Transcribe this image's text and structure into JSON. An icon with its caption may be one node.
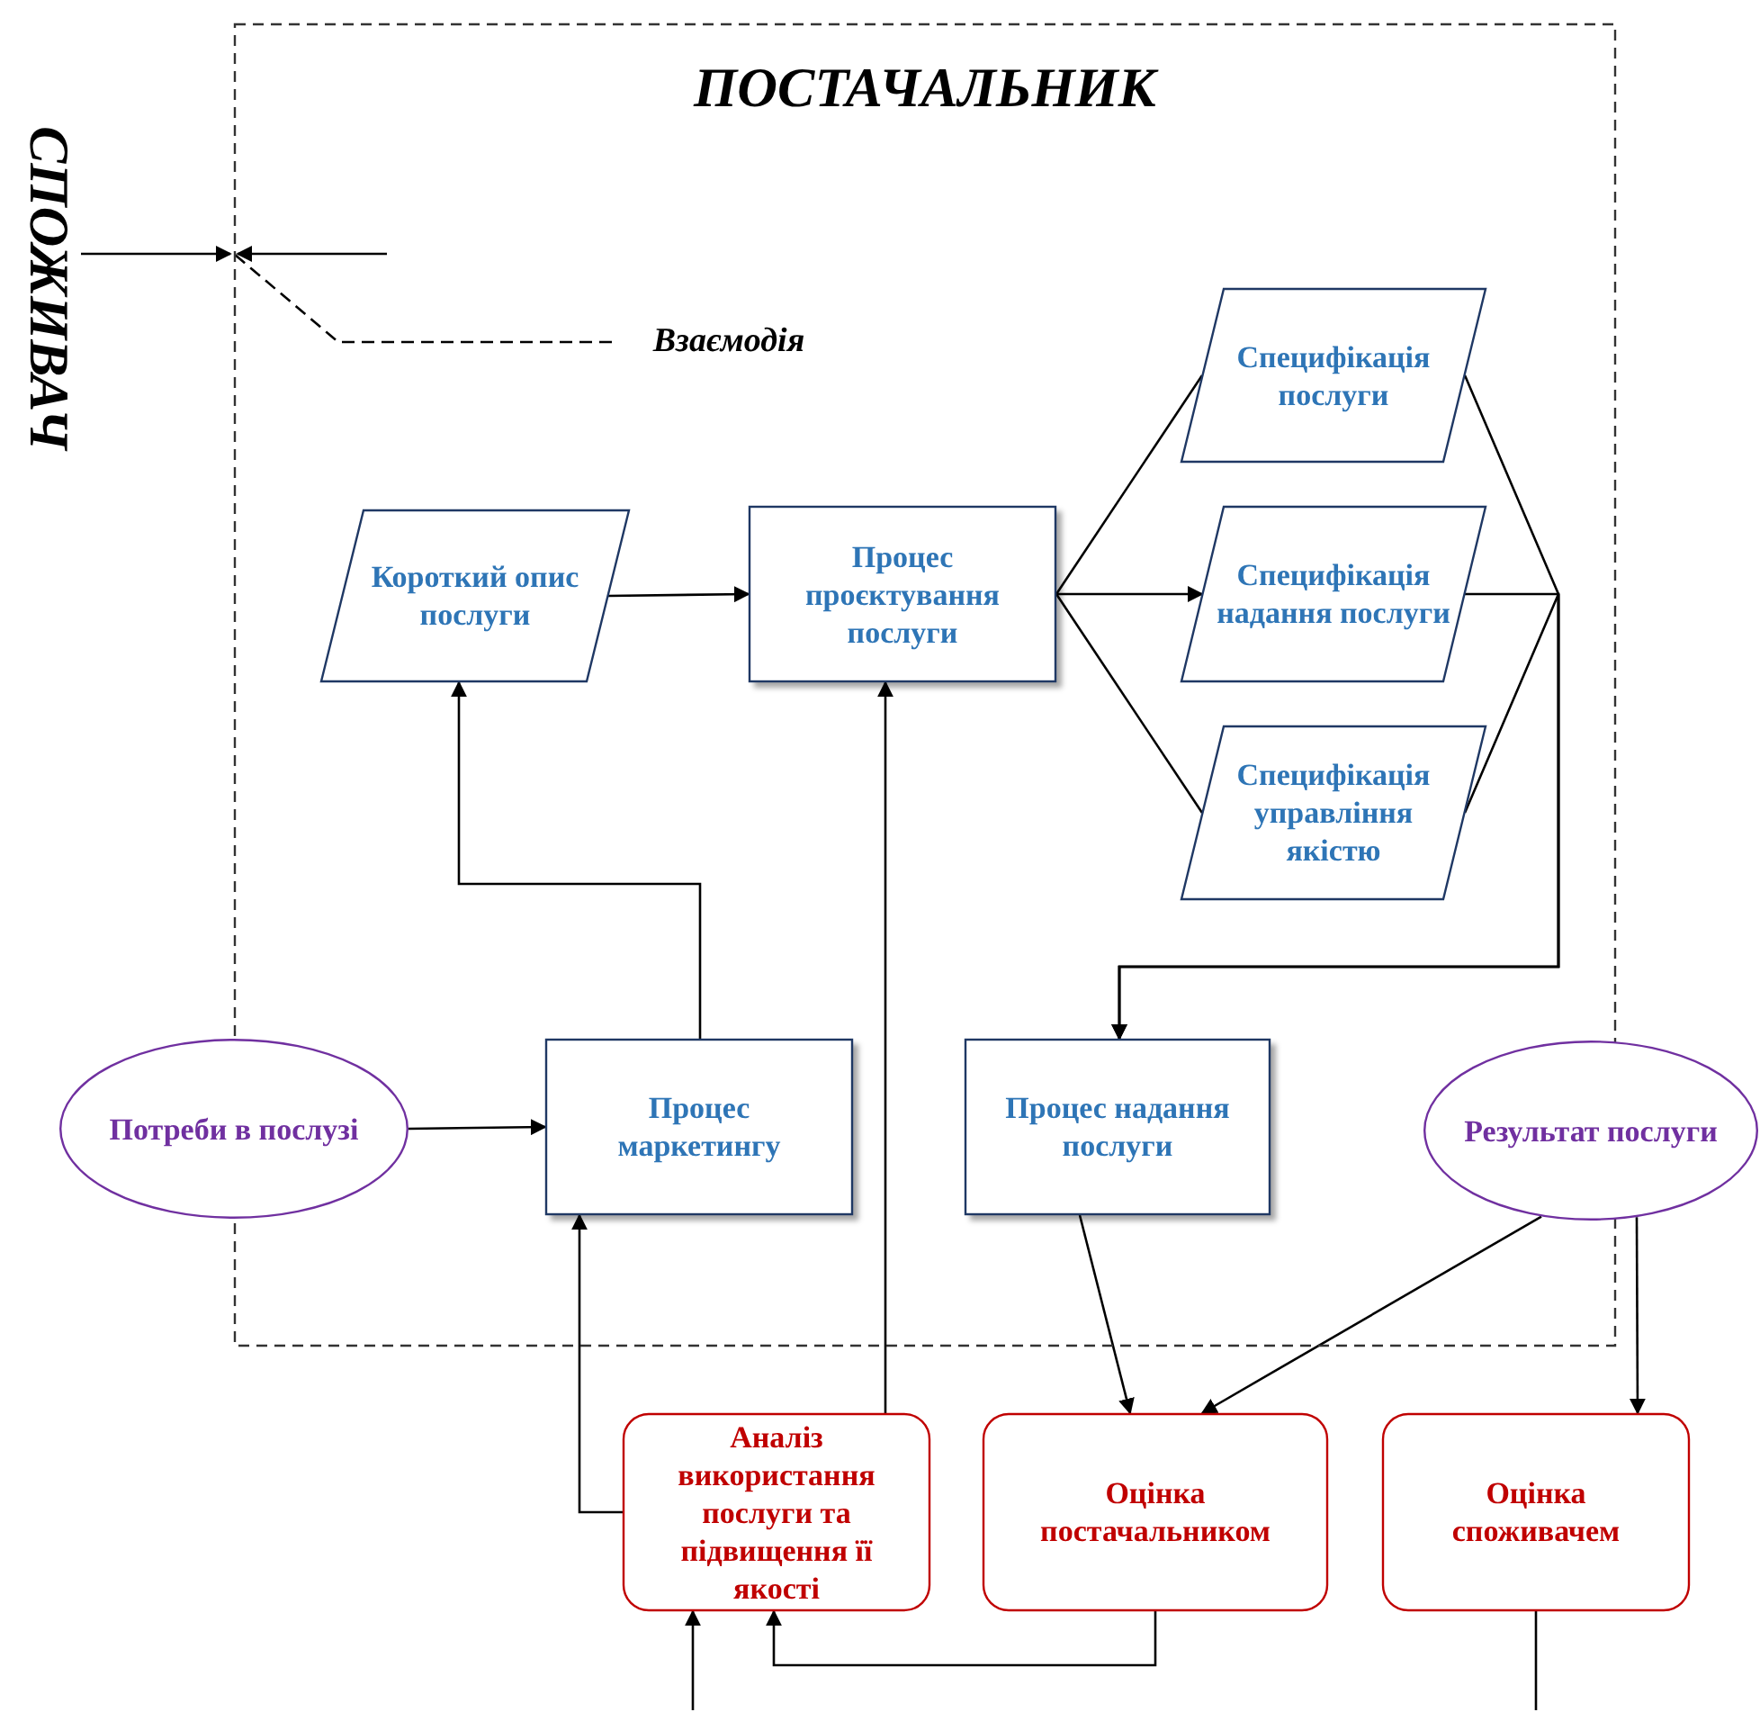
{
  "diagram": {
    "nodes": [
      {
        "text": [
          "ПОСТАЧАЛЬНИК"
        ]
      },
      {
        "text": [
          "Взаємодія"
        ],
        "in": 0
      },
      {
        "text": [
          "Короткий опис послуги"
        ],
        "in": 0
      },
      {
        "text": [
          "Процес проєктування послуги"
        ],
        "in": 0
      },
      {
        "text": [
          "Специфікація послуги"
        ],
        "in": 0
      },
      {
        "text": [
          "Специфікація надання послуги"
        ],
        "in": 0
      },
      {
        "text": [
          "Специфікація управління якістю"
        ],
        "in": 0
      },
      {
        "text": [
          "Потреби в послузі"
        ]
      },
      {
        "text": [
          "Процес маркетингу"
        ],
        "in": 0
      },
      {
        "text": [
          "Процес надання послуги"
        ],
        "in": 0
      },
      {
        "text": [
          "Результат послуги"
        ]
      },
      {
        "text": [
          "Аналіз використання послуги та підвищення її якості"
        ]
      },
      {
        "text": [
          "Оцінка постачальником"
        ]
      },
      {
        "text": [
          "Оцінка споживачем"
        ]
      }
    ],
    "edges": [
      {
        "from": 1,
        "to": 0,
        "arrow": "none",
        "style": "dashed"
      },
      {
        "from": 2,
        "to": 3,
        "arrow": "to"
      },
      {
        "from": 3,
        "to": 4,
        "arrow": "none"
      },
      {
        "from": 3,
        "to": 5,
        "arrow": "to"
      },
      {
        "from": 3,
        "to": 6,
        "arrow": "none"
      },
      {
        "from": 4,
        "to": 9,
        "arrow": "to"
      },
      {
        "from": 5,
        "to": 9,
        "arrow": "to"
      },
      {
        "from": 6,
        "to": 9,
        "arrow": "to"
      },
      {
        "from": 7,
        "to": 8,
        "arrow": "to"
      },
      {
        "from": 8,
        "to": 2,
        "arrow": "to"
      },
      {
        "from": 11,
        "to": 8,
        "arrow": "to"
      },
      {
        "from": 11,
        "to": 3,
        "arrow": "to"
      },
      {
        "from": 9,
        "to": 12,
        "arrow": "to"
      },
      {
        "from": 10,
        "to": 12,
        "arrow": "to"
      },
      {
        "from": 10,
        "to": 13,
        "arrow": "to"
      },
      {
        "from": 12,
        "to": 11,
        "arrow": "to"
      },
      {
        "from": 13,
        "to": null,
        "arrow": "none"
      },
      {
        "from": null,
        "to": 11,
        "arrow": "to"
      }
    ],
    "labels": [
      "СПОЖИВАЧ"
    ]
  }
}
